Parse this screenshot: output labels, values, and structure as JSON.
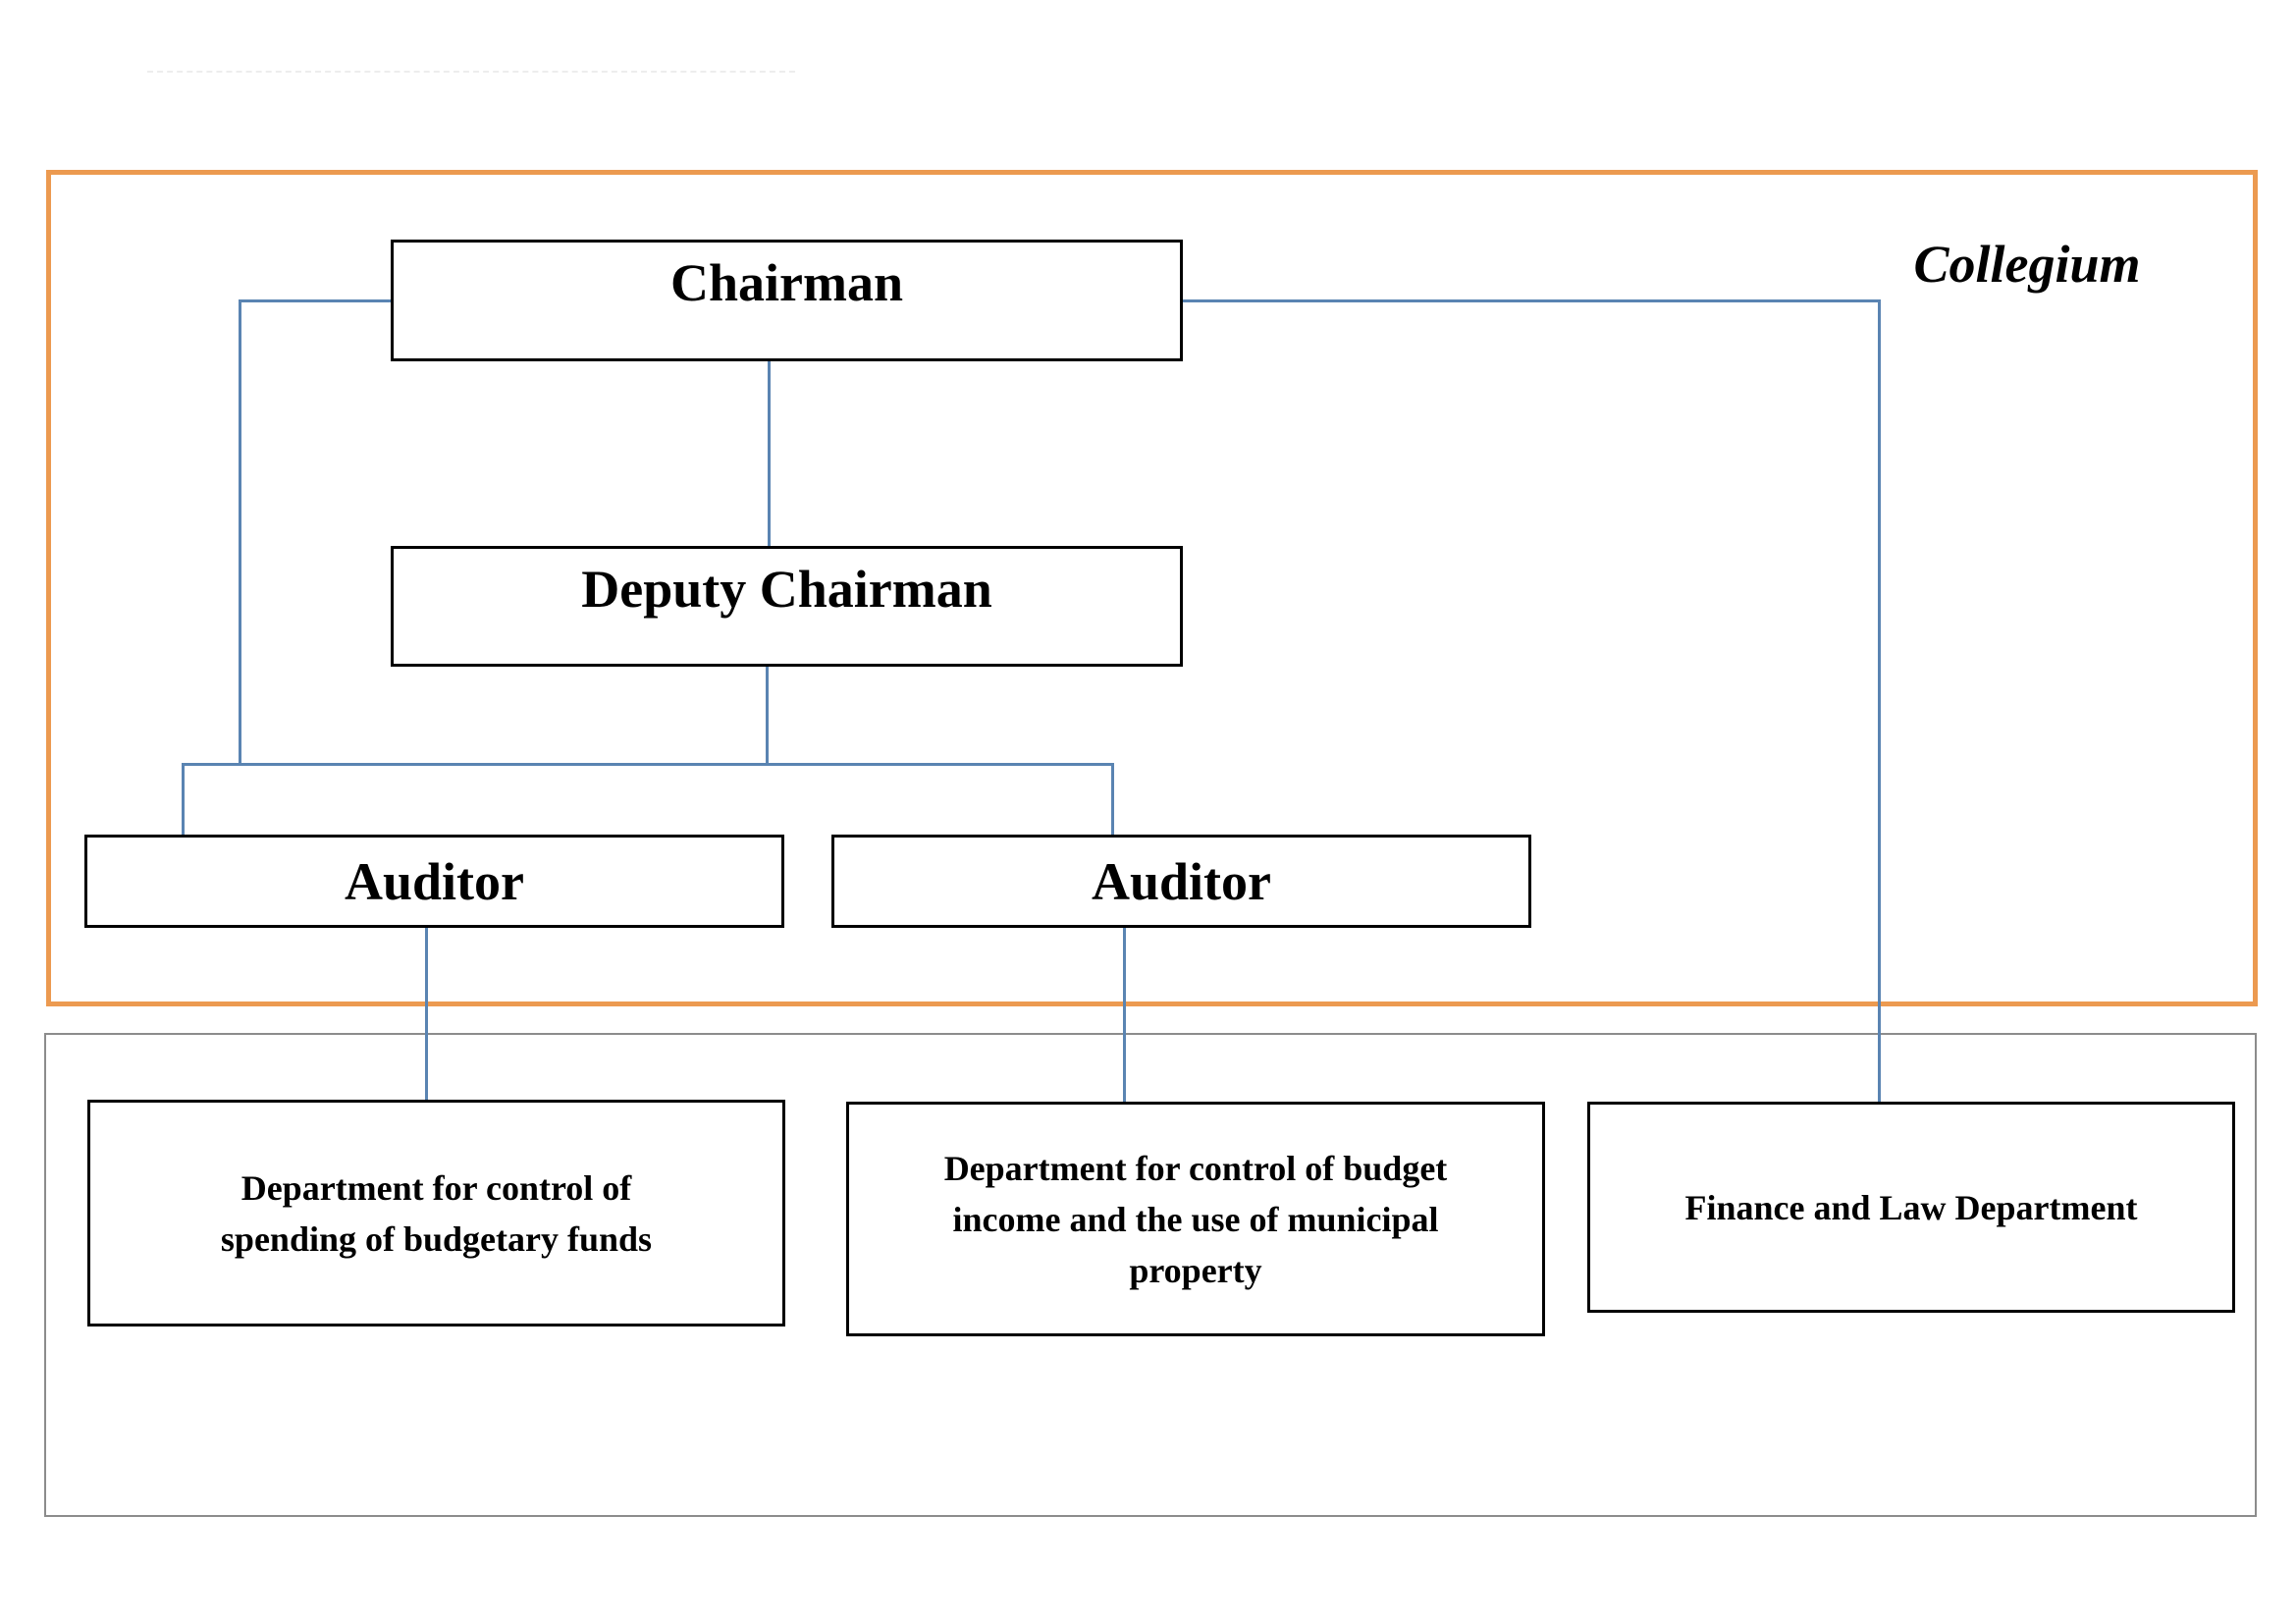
{
  "collegium": {
    "label": "Collegium"
  },
  "nodes": {
    "chairman": {
      "label": "Chairman"
    },
    "deputy_chairman": {
      "label": "Deputy Chairman"
    },
    "auditor_left": {
      "label": "Auditor"
    },
    "auditor_right": {
      "label": "Auditor"
    },
    "dept_spending": {
      "lines": [
        "Department for control of",
        "spending of budgetary funds"
      ]
    },
    "dept_income": {
      "lines": [
        "Department for control of budget",
        "income and the use of municipal",
        "property"
      ]
    },
    "dept_finance_law": {
      "lines": [
        "Finance and Law Department"
      ]
    }
  },
  "colors": {
    "connector": "#5A84B2",
    "collegium_border": "#EC9A50",
    "node_border": "#000000",
    "departments_border": "#8C8C8C"
  }
}
